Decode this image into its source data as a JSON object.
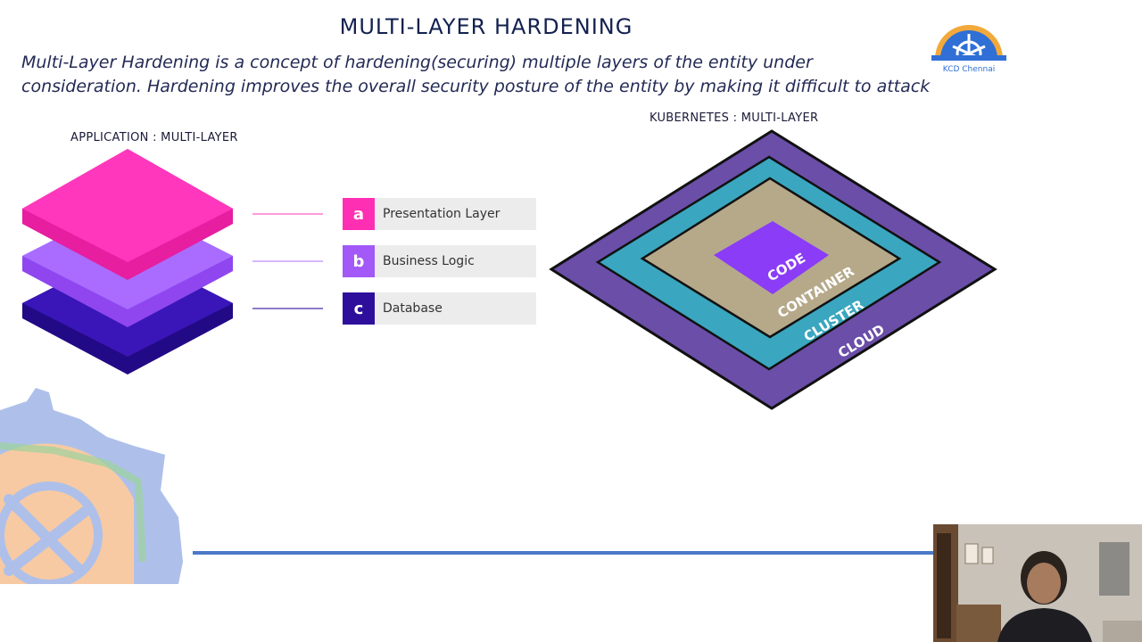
{
  "slide": {
    "title": "MULTI-LAYER HARDENING",
    "intro_line1": "Multi-Layer Hardening  is a concept of hardening(securing) multiple layers of the entity under",
    "intro_line2": "consideration. Hardening improves the overall security posture of the entity by making it difficult to attack",
    "logo_text": "KCD Chennai"
  },
  "application": {
    "label": "APPLICATION :  MULTI-LAYER",
    "layers": [
      {
        "key": "a",
        "label": "Presentation Layer",
        "color": "#ff2fb4"
      },
      {
        "key": "b",
        "label": "Business Logic",
        "color": "#a259f7"
      },
      {
        "key": "c",
        "label": "Database",
        "color": "#2e0f9c"
      }
    ]
  },
  "kubernetes": {
    "label": "KUBERNETES : MULTI-LAYER",
    "layers": [
      {
        "name": "CLOUD",
        "color": "#6a4ea8"
      },
      {
        "name": "CLUSTER",
        "color": "#3aa6bf"
      },
      {
        "name": "CONTAINER",
        "color": "#b5a98a"
      },
      {
        "name": "CODE",
        "color": "#8a3cf7"
      }
    ]
  },
  "colors": {
    "title": "#13214f",
    "rule": "#4b78c8"
  }
}
